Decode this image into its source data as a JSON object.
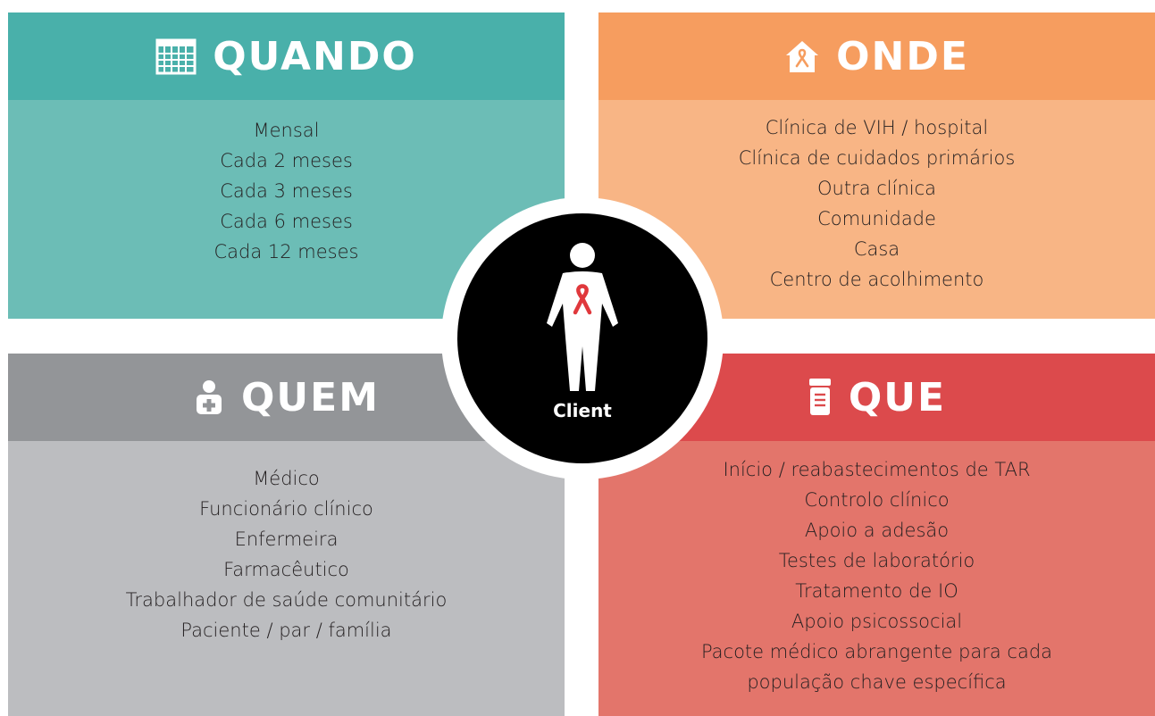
{
  "when": {
    "title": "QUANDO",
    "icon": "calendar-icon",
    "color_header": "#49b0aa",
    "color_body": "#6cbdb6",
    "items": [
      "Mensal",
      "Cada 2 meses",
      "Cada 3 meses",
      "Cada 6 meses",
      "Cada 12 meses"
    ]
  },
  "where": {
    "title": "ONDE",
    "icon": "house-ribbon-icon",
    "color_header": "#f69d5f",
    "color_body": "#f8b585",
    "items": [
      "Clínica de VIH / hospital",
      "Clínica de cuidados primários",
      "Outra clínica",
      "Comunidade",
      "Casa",
      "Centro de acolhimento"
    ]
  },
  "who": {
    "title": "QUEM",
    "icon": "health-worker-icon",
    "color_header": "#939598",
    "color_body": "#bcbdc0",
    "items": [
      "Médico",
      "Funcionário clínico",
      "Enfermeira",
      "Farmacêutico",
      "Trabalhador de saúde comunitário",
      "Paciente / par / família"
    ]
  },
  "what": {
    "title": "QUE",
    "icon": "pill-bottle-icon",
    "color_header": "#dc4a4c",
    "color_body": "#e3756b",
    "items": [
      "Início / reabastecimentos de TAR",
      "Controlo clínico",
      "Apoio a adesão",
      "Testes de laboratório",
      "Tratamento de IO",
      "Apoio psicossocial",
      "Pacote médico abrangente para cada",
      "população chave específica"
    ]
  },
  "center": {
    "label": "Client",
    "icon": "person-red-ribbon-icon"
  }
}
